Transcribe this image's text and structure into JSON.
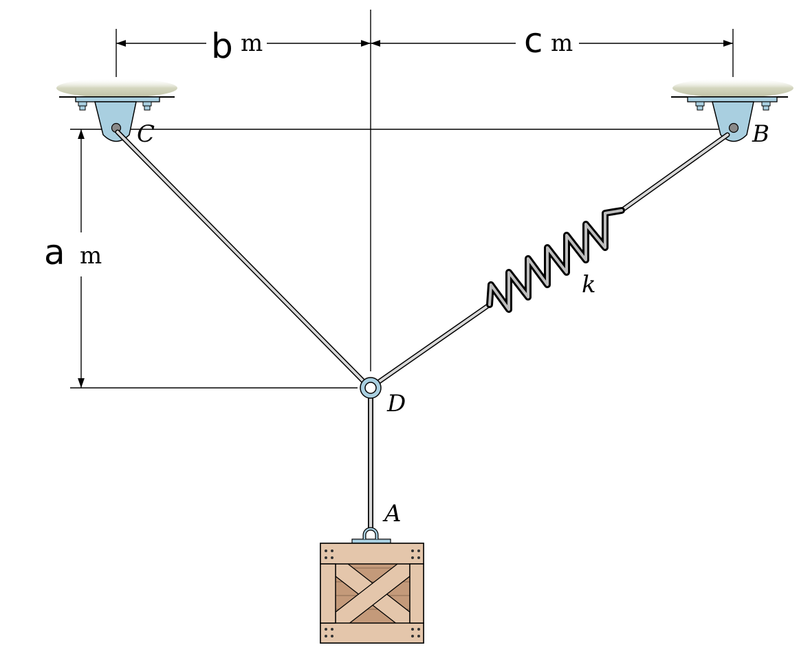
{
  "dimensions": {
    "horizontal_left": {
      "variable": "b",
      "unit": "m"
    },
    "horizontal_right": {
      "variable": "c",
      "unit": "m"
    },
    "vertical": {
      "variable": "a",
      "unit": "m"
    }
  },
  "points": {
    "A": "A",
    "B": "B",
    "C": "C",
    "D": "D"
  },
  "spring_label": "k",
  "colors": {
    "bracket": "#a9cfe0",
    "ceiling": "#c9c9b0",
    "crate_light": "#e4c6ab",
    "crate_dark": "#c49a7a",
    "rod": "#d8d8d8"
  }
}
